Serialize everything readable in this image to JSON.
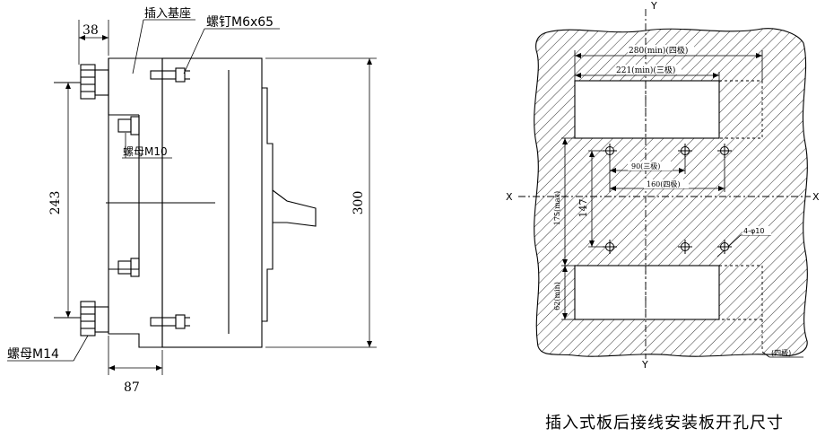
{
  "left_view": {
    "insert_base_label": "插入基座",
    "screw_label": "螺钉M6x65",
    "nut_m10_label": "螺母M10",
    "nut_m14_label": "螺母M14",
    "dim_top_width": "38",
    "dim_bottom_width": "87",
    "dim_left_height": "243",
    "dim_right_height": "300"
  },
  "right_view": {
    "axis_y_top": "Y",
    "axis_y_bottom": "Y",
    "axis_x_left": "X",
    "axis_x_right": "X",
    "dim_280": "280(min)(四极)",
    "dim_221": "221(min)(三极)",
    "dim_90": "90(三极)",
    "dim_160": "160(四极)",
    "dim_147": "147",
    "dim_175": "175(max)",
    "dim_62": "62(min)",
    "holes_label": "4-φ10",
    "four_pole_note": "(四极)"
  },
  "caption": "插入式板后接线安装板开孔尺寸"
}
